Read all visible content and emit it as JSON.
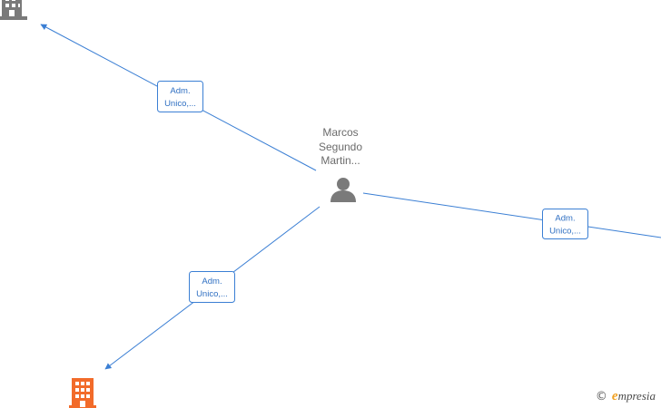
{
  "center_node": {
    "name_lines": [
      "Marcos",
      "Segundo",
      "Martin..."
    ],
    "icon": "person-icon",
    "icon_color": "#7a7a7a"
  },
  "edges": [
    {
      "label_lines": [
        "Adm.",
        "Unico,..."
      ],
      "target_icon": "building-icon",
      "target_color": "#7a7a7a"
    },
    {
      "label_lines": [
        "Adm.",
        "Unico,..."
      ],
      "target_icon": "building-icon",
      "target_color": null
    },
    {
      "label_lines": [
        "Adm.",
        "Unico,..."
      ],
      "target_icon": "building-icon",
      "target_color": "#f26b2a"
    }
  ],
  "colors": {
    "edge": "#3b7fd4",
    "label_text": "#2f6fc2"
  },
  "watermark": {
    "copyright": "©",
    "brand_initial": "e",
    "brand_rest": "mpresia"
  }
}
